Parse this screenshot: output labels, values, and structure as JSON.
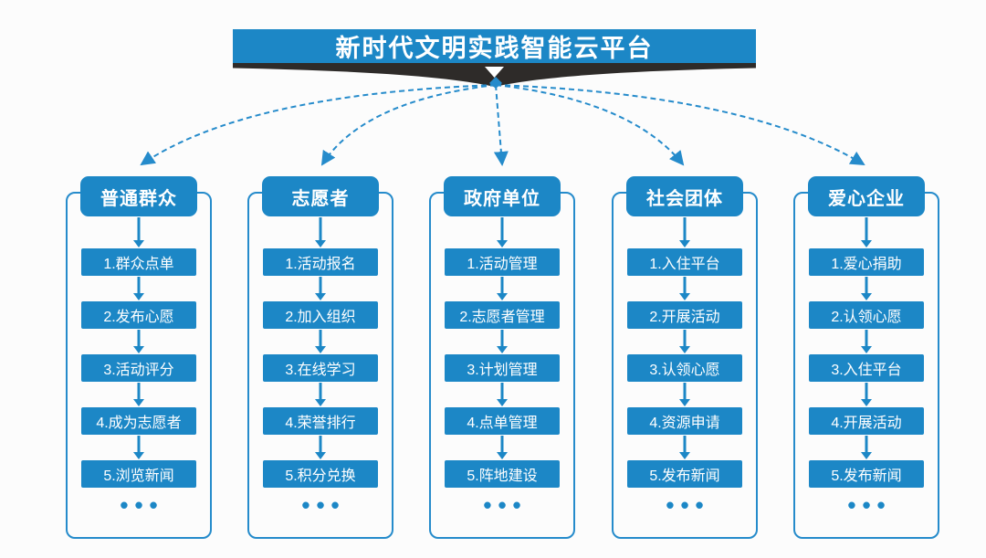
{
  "title": "新时代文明实践智能云平台",
  "ellipsis_label": "•••",
  "colors": {
    "primary_blue": "#1C87C6",
    "connector_blue": "#258BCB",
    "banner_dark": "#2E2B29",
    "text_on_blue": "#FFFFFF",
    "background": "#FCFCFC"
  },
  "columns": [
    {
      "title": "普通群众",
      "steps": [
        "1.群众点单",
        "2.发布心愿",
        "3.活动评分",
        "4.成为志愿者",
        "5.浏览新闻"
      ]
    },
    {
      "title": "志愿者",
      "steps": [
        "1.活动报名",
        "2.加入组织",
        "3.在线学习",
        "4.荣誉排行",
        "5.积分兑换"
      ]
    },
    {
      "title": "政府单位",
      "steps": [
        "1.活动管理",
        "2.志愿者管理",
        "3.计划管理",
        "4.点单管理",
        "5.阵地建设"
      ]
    },
    {
      "title": "社会团体",
      "steps": [
        "1.入住平台",
        "2.开展活动",
        "3.认领心愿",
        "4.资源申请",
        "5.发布新闻"
      ]
    },
    {
      "title": "爱心企业",
      "steps": [
        "1.爱心捐助",
        "2.认领心愿",
        "3.入住平台",
        "4.开展活动",
        "5.发布新闻"
      ]
    }
  ]
}
